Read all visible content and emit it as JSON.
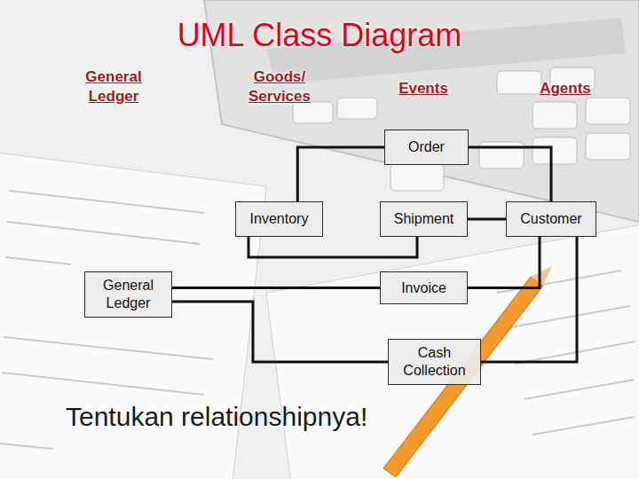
{
  "diagram": {
    "title": "UML Class Diagram",
    "nodes": [
      {
        "text": [
          "Order"
        ]
      },
      {
        "text": [
          "Inventory"
        ]
      },
      {
        "text": [
          "Shipment"
        ]
      },
      {
        "text": [
          "Customer"
        ]
      },
      {
        "text": [
          "General Ledger"
        ]
      },
      {
        "text": [
          "Invoice"
        ]
      },
      {
        "text": [
          "Cash Collection"
        ]
      }
    ],
    "edges": [
      {
        "from": 0,
        "to": 1,
        "arrow": "none"
      },
      {
        "from": 0,
        "to": 3,
        "arrow": "none"
      },
      {
        "from": 1,
        "to": 2,
        "arrow": "none"
      },
      {
        "from": 2,
        "to": 3,
        "arrow": "none"
      },
      {
        "from": 4,
        "to": 5,
        "arrow": "none"
      },
      {
        "from": 5,
        "to": 3,
        "arrow": "none"
      },
      {
        "from": 4,
        "to": 6,
        "arrow": "none"
      },
      {
        "from": 6,
        "to": 3,
        "arrow": "none"
      }
    ],
    "labels": [
      "General Ledger",
      "Goods/ Services",
      "Events",
      "Agents",
      "Tentukan relationshipnya!"
    ]
  }
}
